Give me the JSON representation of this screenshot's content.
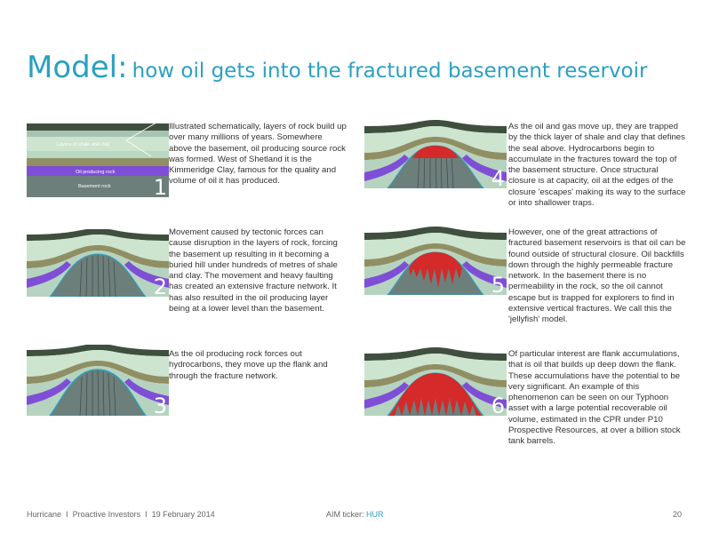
{
  "slide": {
    "title_prefix": "Model:",
    "title_rest": "how oil gets into the fractured basement reservoir"
  },
  "steps": [
    {
      "number": "1",
      "text": "Illustrated schematically, layers of rock build up over many millions of years. Somewhere above the basement, oil producing source rock was formed. West of Shetland it is the Kimmeridge Clay, famous for the quality and volume of oil it has produced.",
      "labels": {
        "shale": "Layers of shale and clay",
        "source": "Oil producing rock",
        "basement": "Basement rock"
      }
    },
    {
      "number": "2",
      "text": "Movement caused by tectonic forces can cause disruption in the layers of rock, forcing the basement up resulting in it becoming a buried hill under hundreds of metres of shale and clay. The movement and heavy faulting has created an extensive fracture network. It has also resulted in the oil producing layer being at a lower level than the basement."
    },
    {
      "number": "3",
      "text": "As the oil producing rock forces out hydrocarbons, they move up the flank and through the fracture network."
    },
    {
      "number": "4",
      "text": "As the oil and gas move up, they are trapped by the thick layer of shale and clay that defines the seal above. Hydrocarbons begin to accumulate in the fractures toward the top of the basement structure. Once structural closure is at capacity, oil at the edges of the closure 'escapes' making its way to the surface or into shallower traps."
    },
    {
      "number": "5",
      "text": "However, one of the great attractions of fractured basement reservoirs is that oil can be found outside of structural closure. Oil backfills down through the highly permeable fracture network. In the basement there is no permeability in the rock, so the oil cannot escape but is trapped for explorers to find in extensive vertical fractures. We call this the 'jellyfish' model."
    },
    {
      "number": "6",
      "text": "Of particular interest are flank accumulations, that is oil that builds up deep down the flank. These accumulations have the potential to be very significant. An example of this phenomenon can be seen on our Typhoon asset with a large potential recoverable oil volume,  estimated in the CPR under P10 Prospective Resources, at over a billion stock tank barrels."
    }
  ],
  "footer": {
    "company": "Hurricane",
    "separator": "I",
    "event": "Proactive Investors",
    "date": "19 February 2014",
    "ticker_label": "AIM ticker:",
    "ticker": "HUR",
    "page": "20"
  },
  "colors": {
    "title": "#2aa1c0",
    "seal": "#3f4f3e",
    "shale_light": "#cde4cf",
    "shale": "#b6d3c0",
    "olive": "#8f8f63",
    "source": "#7e4fd6",
    "basement": "#6d7f7b",
    "oil": "#d42a2a"
  }
}
